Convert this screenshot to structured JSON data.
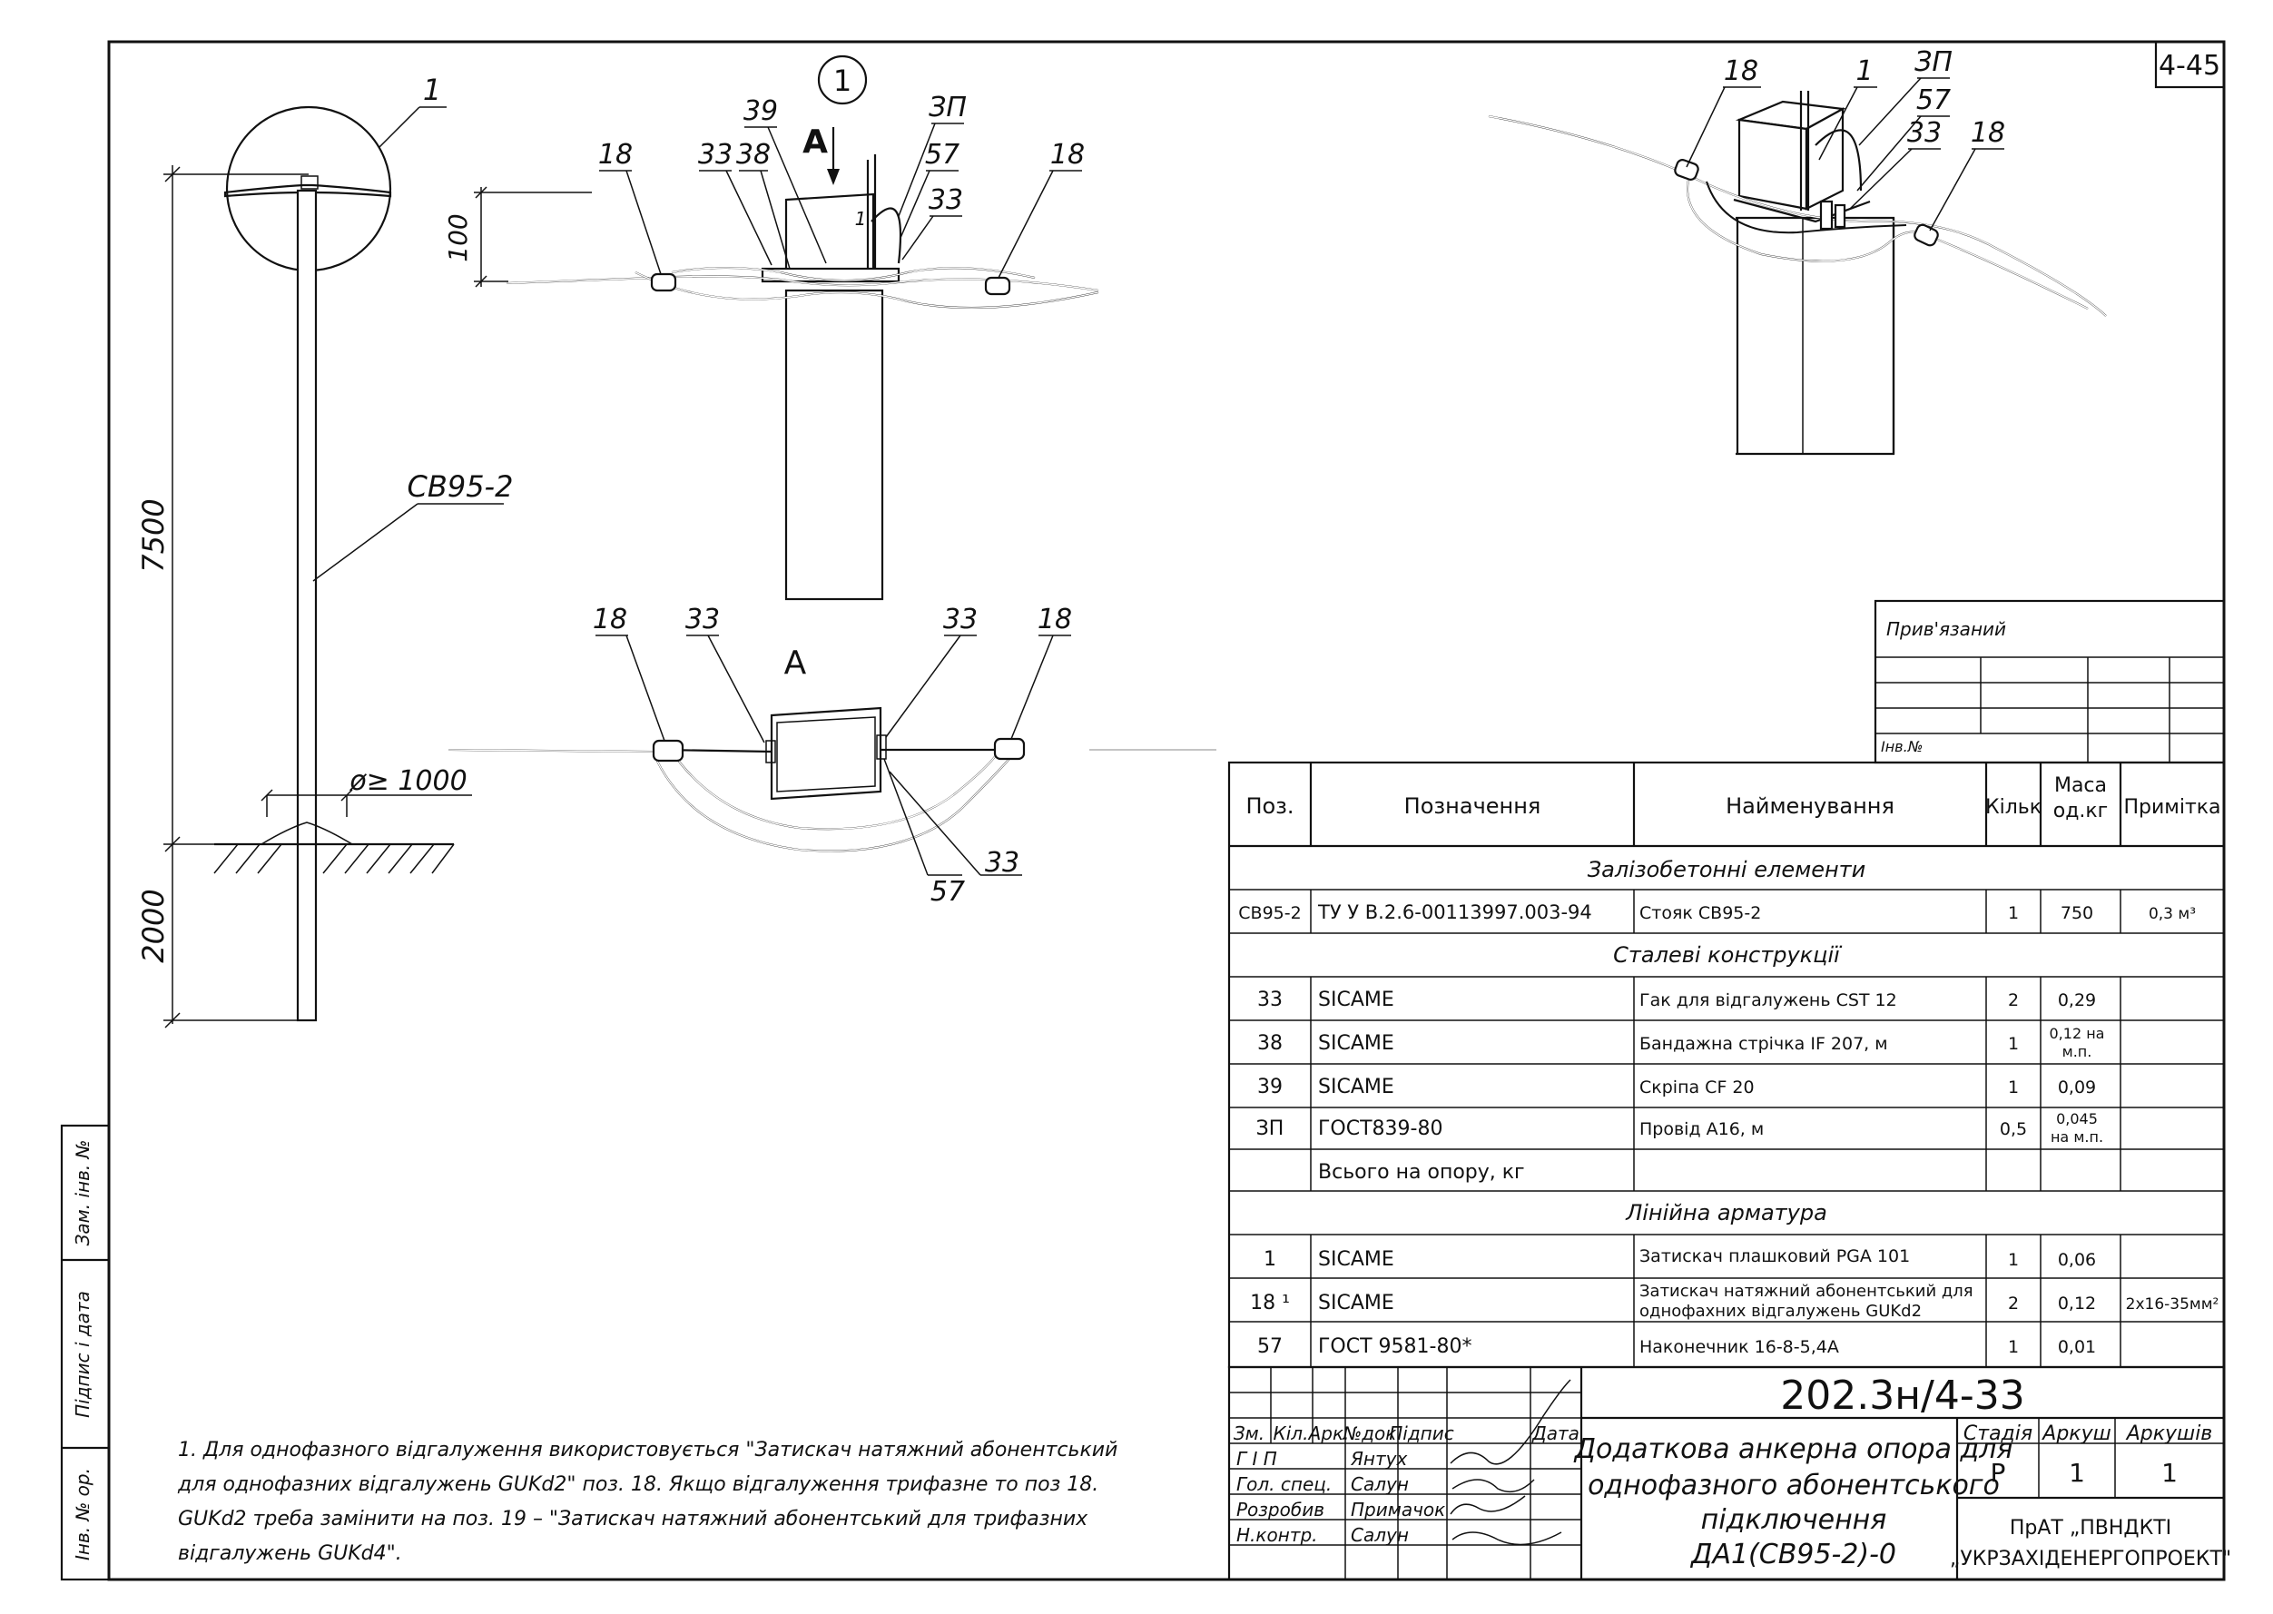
{
  "sheet_number": "4-45",
  "side_stamp": [
    "Зам. інв. №",
    "Підпис і дата",
    "Інв. № ор."
  ],
  "elevation": {
    "callout": "1",
    "pole_mark": "СВ95-2",
    "height_above": "7500",
    "height_below": "2000",
    "diameter": "ø≥ 1000"
  },
  "detail1": {
    "circle": "1",
    "view_arrow": "A",
    "dim": "100",
    "labels": [
      "18",
      "33",
      "38",
      "39",
      "ЗП",
      "57",
      "33",
      "18"
    ],
    "box_mark": "1"
  },
  "viewA": {
    "title": "A",
    "labels_top": [
      "18",
      "33",
      "33",
      "18"
    ],
    "labels_bottom": [
      "57",
      "33"
    ]
  },
  "iso": {
    "labels": [
      "18",
      "1",
      "ЗП",
      "57",
      "33",
      "18"
    ]
  },
  "approval": {
    "title": "Прив'язаний",
    "inv": "Інв.№"
  },
  "spec": {
    "headers": [
      "Поз.",
      "Позначення",
      "Найменування",
      "Кільк",
      "Маса од.кг",
      "Примітка"
    ],
    "sections": [
      {
        "title": "Залізобетонні елементи",
        "rows": [
          {
            "pos": "СВ95-2",
            "designation": "ТУ У В.2.6-00113997.003-94",
            "name": "Стояк СВ95-2",
            "qty": "1",
            "mass": "750",
            "note": "0,3 м³"
          }
        ]
      },
      {
        "title": "Сталеві конструкції",
        "rows": [
          {
            "pos": "33",
            "designation": "SICAME",
            "name": "Гак для відгалужень CST 12",
            "qty": "2",
            "mass": "0,29",
            "note": ""
          },
          {
            "pos": "38",
            "designation": "SICAME",
            "name": "Бандажна стрічка IF 207, м",
            "qty": "1",
            "mass": "0,12 на м.п.",
            "note": ""
          },
          {
            "pos": "39",
            "designation": "SICAME",
            "name": "Скріпа CF 20",
            "qty": "1",
            "mass": "0,09",
            "note": ""
          },
          {
            "pos": "ЗП",
            "designation": "ГОСТ839-80",
            "name": "Провід А16, м",
            "qty": "0,5",
            "mass": "0,045 на м.п.",
            "note": ""
          },
          {
            "pos": "",
            "designation": "Всього на опору, кг",
            "name": "",
            "qty": "",
            "mass": "",
            "note": ""
          }
        ]
      },
      {
        "title": "Лінійна арматура",
        "rows": [
          {
            "pos": "1",
            "designation": "SICAME",
            "name": "Затискач плашковий PGA 101",
            "qty": "1",
            "mass": "0,06",
            "note": ""
          },
          {
            "pos": "18 ¹",
            "designation": "SICAME",
            "name": "Затискач натяжний абонентський для однофазних відгалужень GUKd2",
            "qty": "2",
            "mass": "0,12",
            "note": "2x16-35мм²"
          },
          {
            "pos": "57",
            "designation": "ГОСТ 9581-80*",
            "name": "Наконечник 16-8-5,4А",
            "qty": "1",
            "mass": "0,01",
            "note": ""
          }
        ]
      }
    ]
  },
  "title_block": {
    "code": "202.3н/4-33",
    "col_heads": [
      "Зм.",
      "Кіл.",
      "Арк.",
      "№док.",
      "Підпис",
      "Дата"
    ],
    "people": [
      {
        "role": "Г І П",
        "name": "Янтух"
      },
      {
        "role": "Гол. спец.",
        "name": "Салун"
      },
      {
        "role": "Розробив",
        "name": "Примачок"
      },
      {
        "role": "Н.контр.",
        "name": "Салун"
      }
    ],
    "title": [
      "Додаткова анкерна опора для",
      "однофазного абонентського",
      "підключення",
      "ДА1(СВ95-2)-0"
    ],
    "stage_heads": [
      "Стадія",
      "Аркуш",
      "Аркушів"
    ],
    "stage_vals": [
      "Р",
      "1",
      "1"
    ],
    "org": [
      "ПрАТ „ПВНДКТІ",
      "„УКРЗАХІДЕНЕРГОПРОЕКТ\""
    ]
  },
  "notes": [
    "1. Для однофазного відгалуження використовується \"Затискач натяжний абонентський",
    "для однофазних відгалужень GUKd2\" поз. 18. Якщо відгалуження трифазне то поз 18.",
    "GUKd2 треба замінити на поз. 19 – \"Затискач натяжний абонентський для трифазних",
    "відгалужень GUKd4\"."
  ]
}
